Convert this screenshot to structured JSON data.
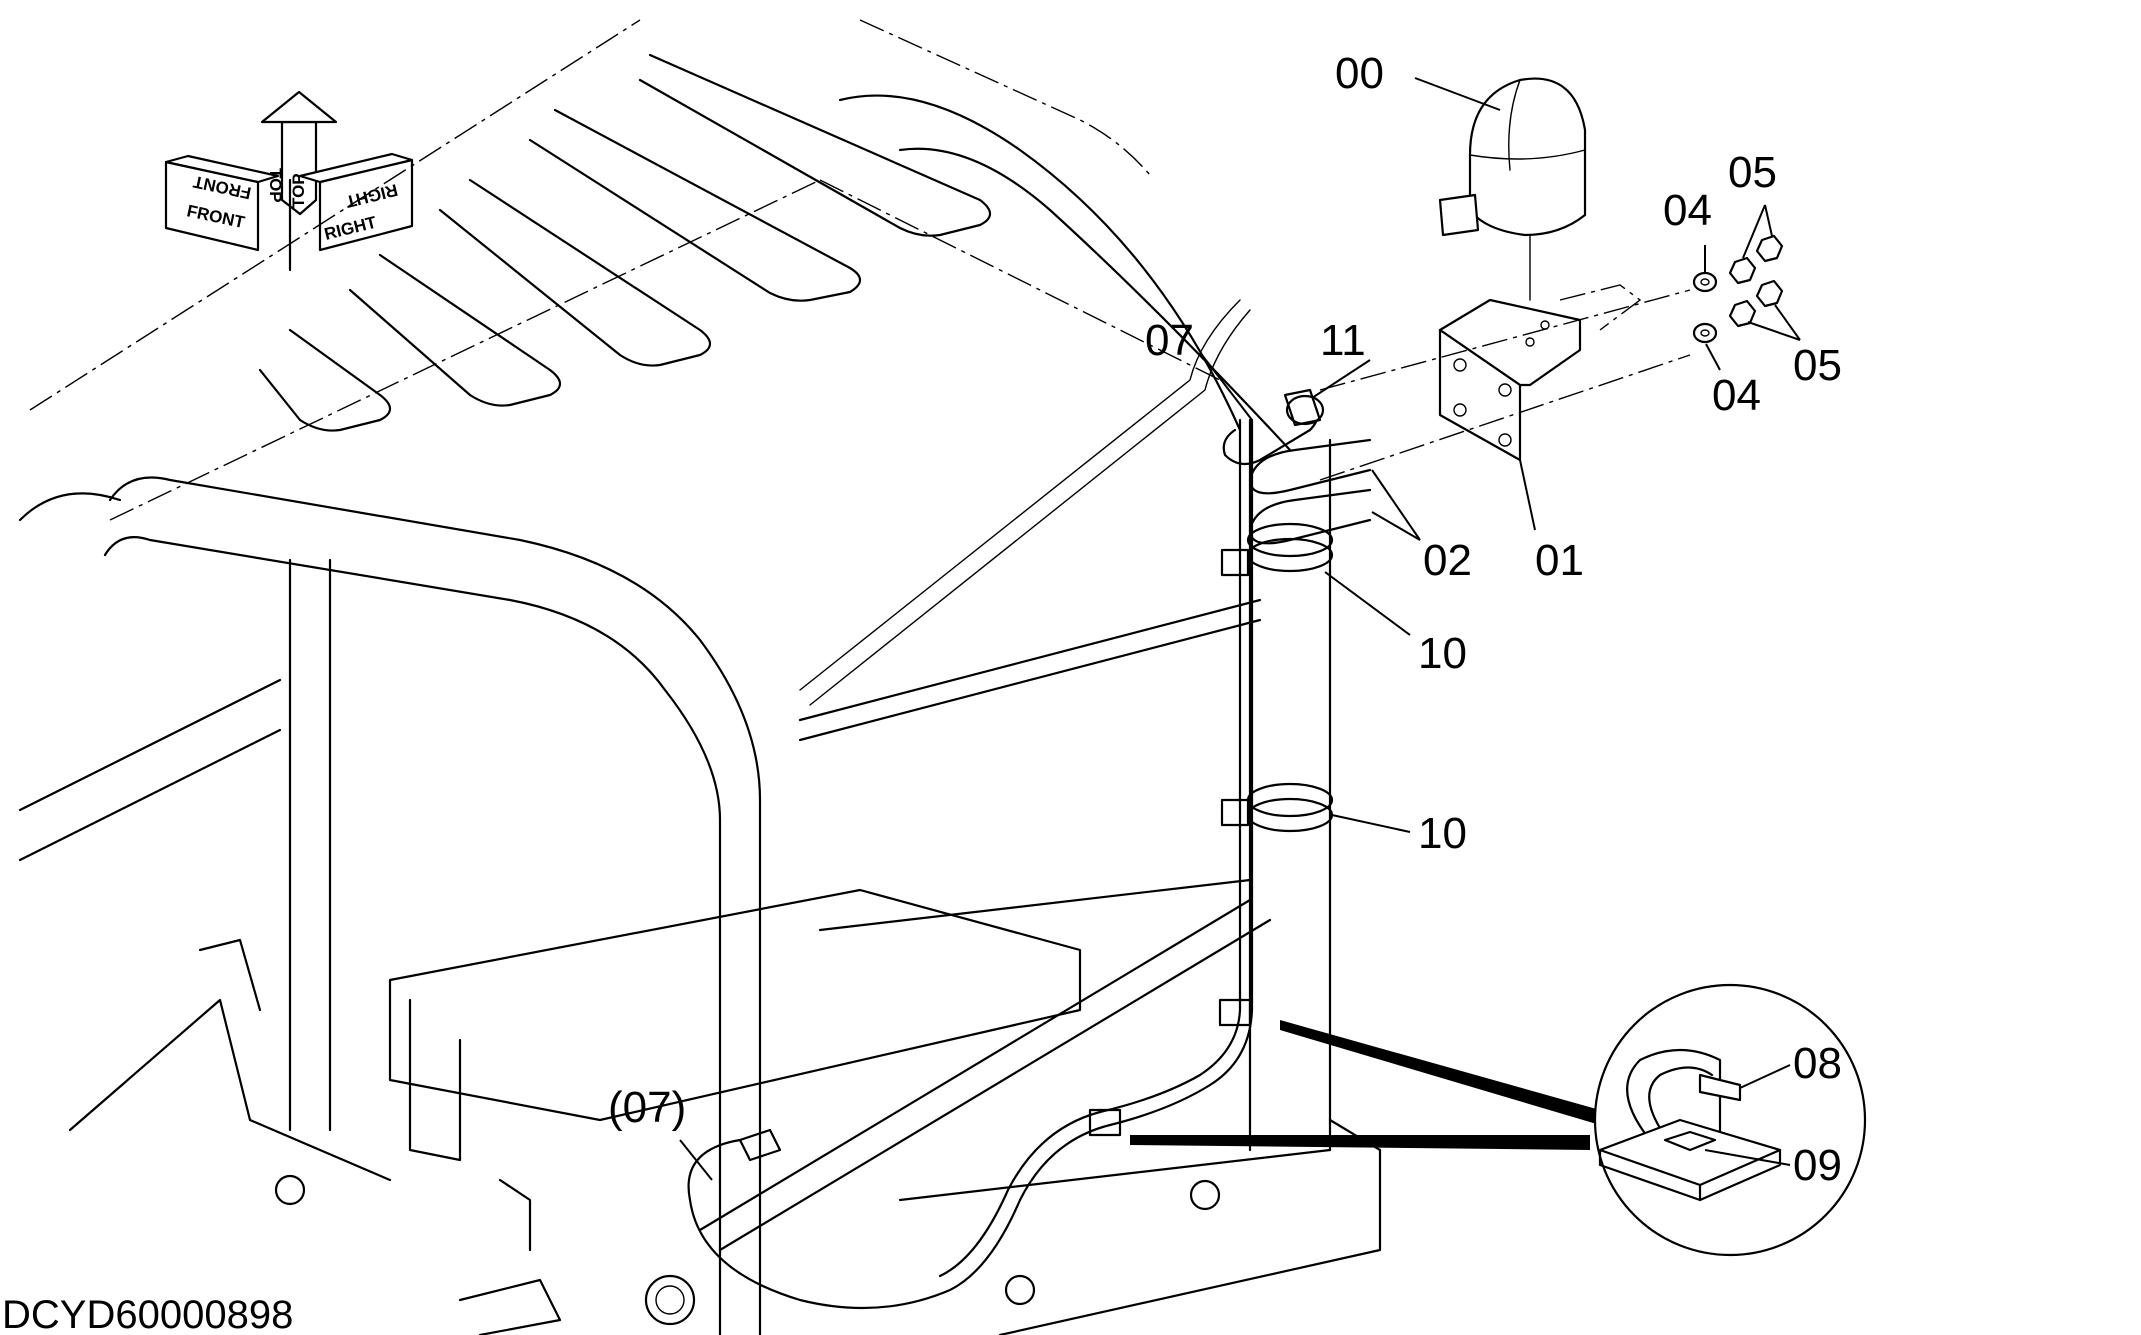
{
  "callouts": {
    "c00": "00",
    "c01": "01",
    "c02": "02",
    "c04a": "04",
    "c04b": "04",
    "c05a": "05",
    "c05b": "05",
    "c07": "07",
    "c07ref": "(07)",
    "c08": "08",
    "c09": "09",
    "c10a": "10",
    "c10b": "10",
    "c11": "11"
  },
  "orientation": {
    "front": "FRONT",
    "top": "TOP",
    "right": "RIGHT"
  },
  "drawing_number": "DCYD60000898"
}
